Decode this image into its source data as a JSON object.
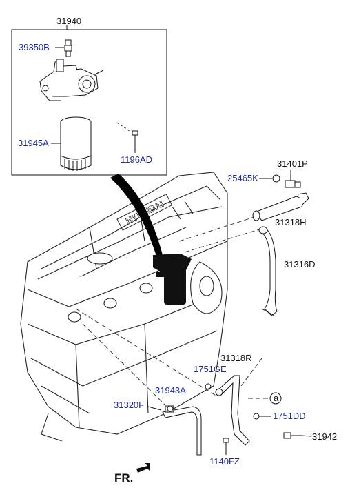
{
  "diagram": {
    "labels": {
      "p31940": "31940",
      "p39350B": "39350B",
      "p31945A": "31945A",
      "p1196AD": "1196AD",
      "p31401P": "31401P",
      "p25465K": "25465K",
      "p31318H": "31318H",
      "p31316D": "31316D",
      "p31318R": "31318R",
      "p1751GE": "1751GE",
      "p31943A": "31943A",
      "p31320F": "31320F",
      "p1751DD": "1751DD",
      "p31942": "31942",
      "p1140FZ": "1140FZ",
      "callout_a": "a",
      "direction": "FR.",
      "engine_logo": "HYUNDAI"
    },
    "colors": {
      "label_blue": "#1a2aa8",
      "label_black": "#111111",
      "line": "#111111"
    },
    "icons": [
      "engine-block",
      "oil-filter",
      "filter-housing",
      "sensor",
      "pipe",
      "hose",
      "bolt",
      "o-ring",
      "front-arrow-icon"
    ]
  }
}
